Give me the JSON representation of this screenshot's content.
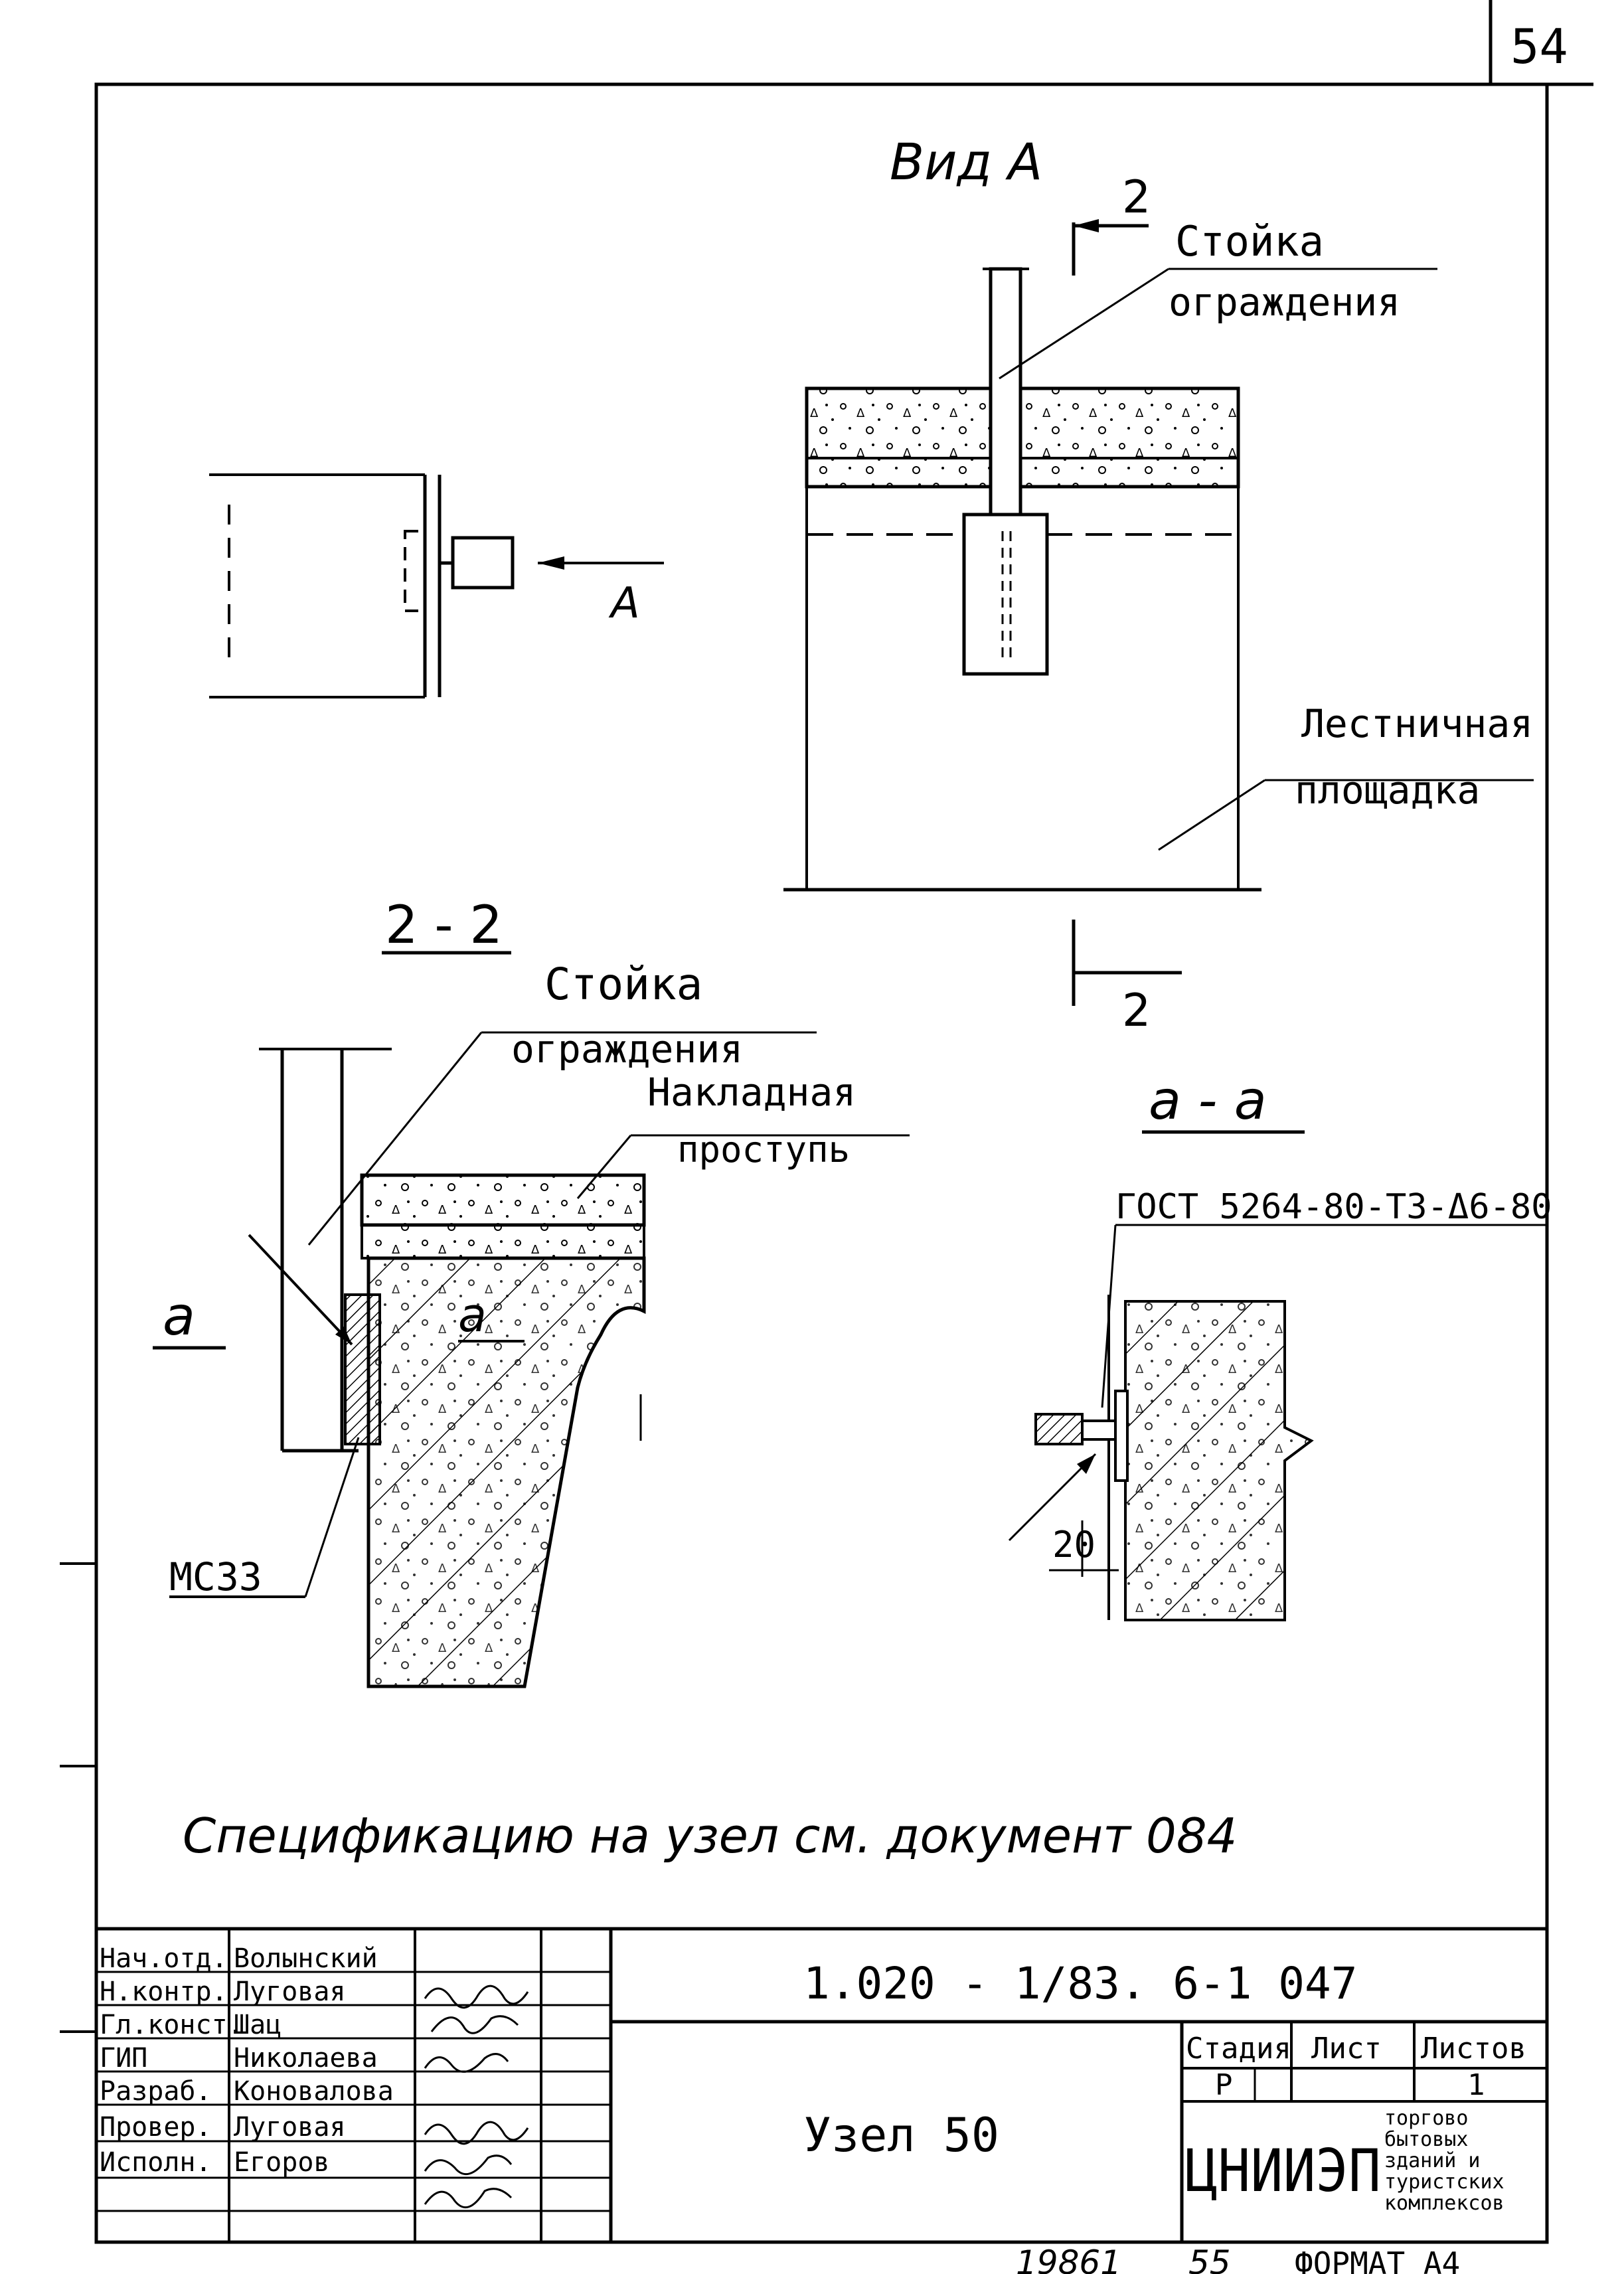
{
  "sheet": {
    "page_number": "54",
    "format_label": "ФОРМАТ А4",
    "archive_number": "19861",
    "archive_copy": "55"
  },
  "view_a": {
    "title": "Вид А",
    "section_mark_top": "2",
    "section_mark_bottom": "2",
    "label_post": [
      "Стойка",
      "ограждения"
    ],
    "label_landing": [
      "Лестничная",
      "площадка"
    ]
  },
  "plan_key": {
    "arrow_label": "А"
  },
  "section_2_2": {
    "title": "2 - 2",
    "label_post": [
      "Стойка",
      "ограждения"
    ],
    "label_strip": [
      "Накладная",
      "проступь"
    ],
    "cut_label_left": "а",
    "cut_label_inner": "а",
    "weld_label": "МС33"
  },
  "section_a_a": {
    "title": "а - а",
    "weld_note": "ГОСТ 5264-80-Т3-Δ6-80",
    "dimension": "20"
  },
  "note": "Спецификацию на узел см. документ 084",
  "title_block": {
    "designation": "1.020 - 1/83. 6-1 047",
    "title": "Узел 50",
    "stage_header": "Стадия",
    "sheet_header": "Лист",
    "sheets_header": "Листов",
    "stage_value": "Р",
    "sheet_value": "",
    "sheets_value": "1",
    "org_logo": "ЦНИИЭП",
    "org_name": [
      "торгово",
      "бытовых",
      "зданий и",
      "туристских",
      "комплексов"
    ],
    "staff": [
      {
        "role": "Нач.отд.",
        "name": "Волынский"
      },
      {
        "role": "Н.контр.",
        "name": "Луговая"
      },
      {
        "role": "Гл.конст.",
        "name": "Шац"
      },
      {
        "role": "ГИП",
        "name": "Николаева"
      },
      {
        "role": "Разраб.",
        "name": "Коновалова"
      },
      {
        "role": "Провер.",
        "name": "Луговая"
      },
      {
        "role": "Исполн.",
        "name": "Егоров"
      }
    ]
  }
}
